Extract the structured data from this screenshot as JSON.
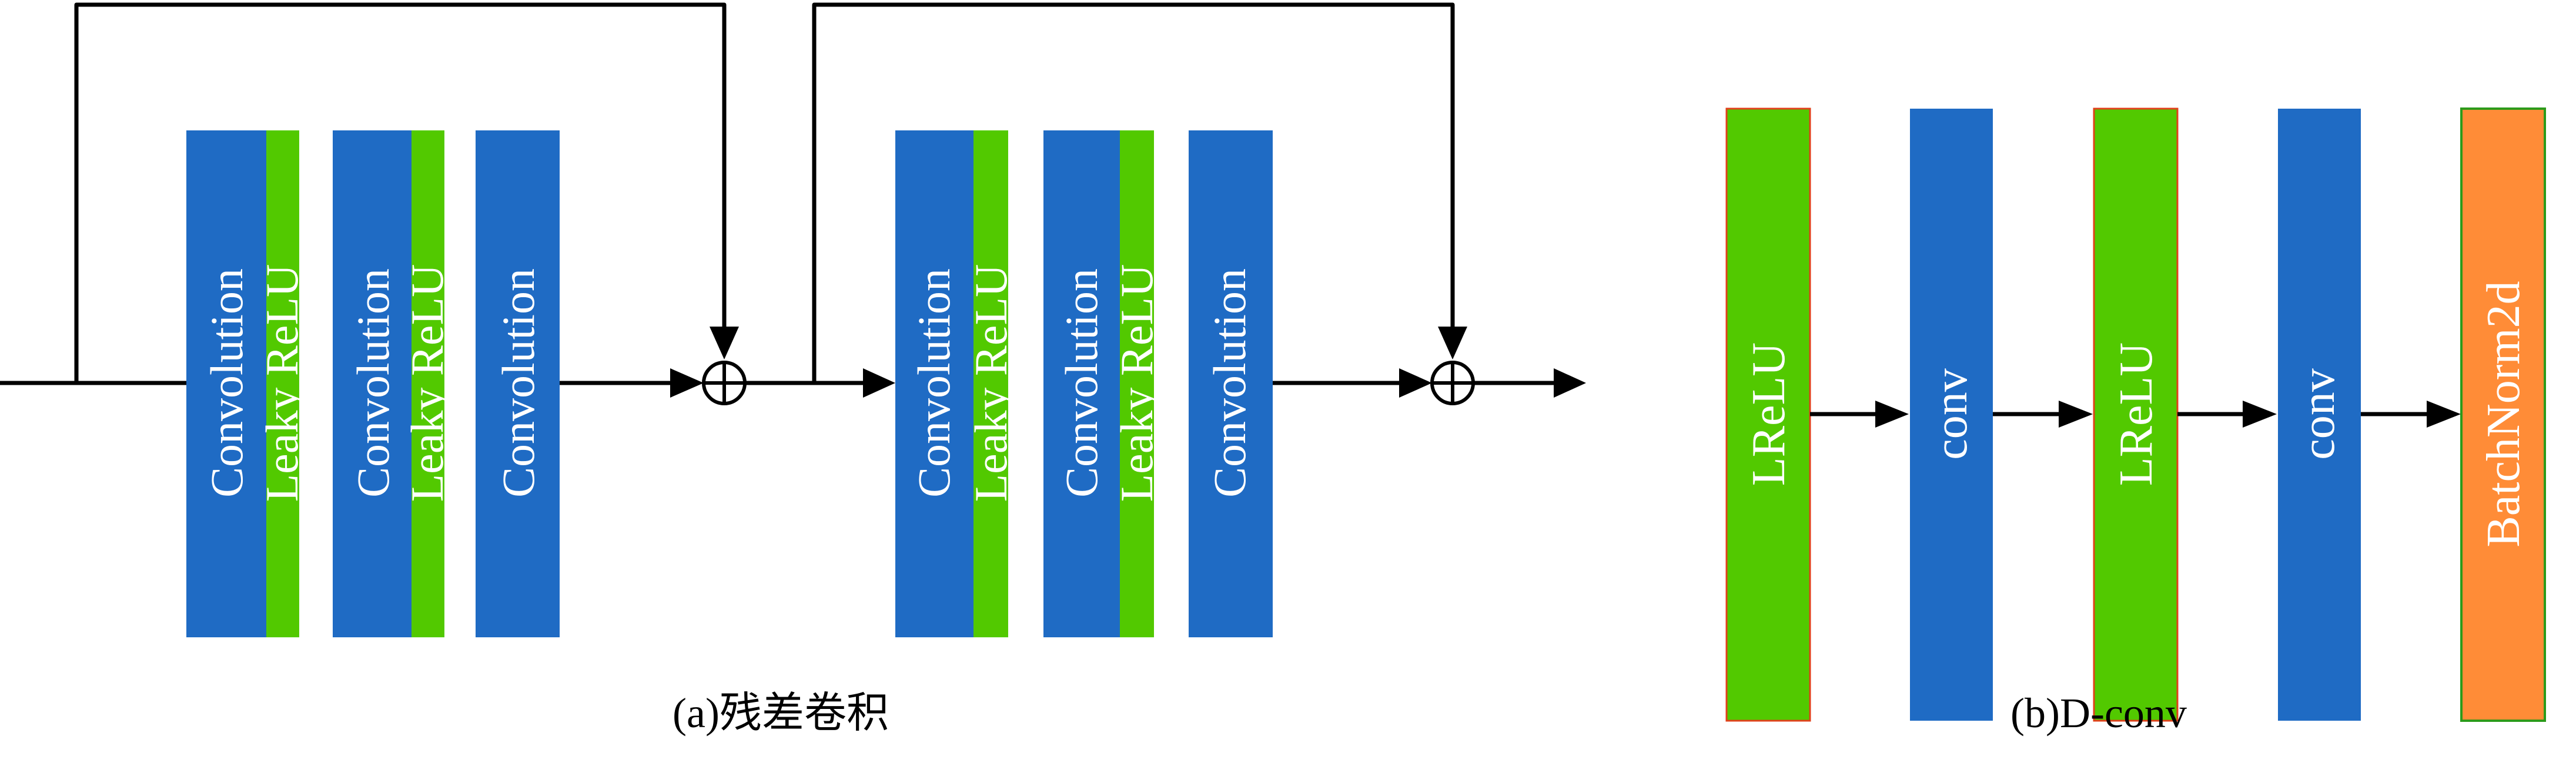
{
  "colors": {
    "conv": "#1f6bc4",
    "leaky_relu": "#52c900",
    "batchnorm": "#ff8c37",
    "line": "#000000",
    "label_text": "#ffffff"
  },
  "panel_a": {
    "caption": "(a)残差卷积",
    "residual_blocks": [
      {
        "layers": [
          {
            "type": "conv",
            "label": "Convolution"
          },
          {
            "type": "leaky_relu",
            "label": "Leaky ReLU"
          },
          {
            "type": "conv",
            "label": "Convolution"
          },
          {
            "type": "leaky_relu",
            "label": "Leaky ReLU"
          },
          {
            "type": "conv",
            "label": "Convolution"
          }
        ],
        "sum_symbol": "⊕"
      },
      {
        "layers": [
          {
            "type": "conv",
            "label": "Convolution"
          },
          {
            "type": "leaky_relu",
            "label": "Leaky ReLU"
          },
          {
            "type": "conv",
            "label": "Convolution"
          },
          {
            "type": "leaky_relu",
            "label": "Leaky ReLU"
          },
          {
            "type": "conv",
            "label": "Convolution"
          }
        ],
        "sum_symbol": "⊕"
      }
    ]
  },
  "panel_b": {
    "caption": "(b)D-conv",
    "layers": [
      {
        "type": "leaky_relu",
        "label": "LReLU"
      },
      {
        "type": "conv",
        "label": "conv"
      },
      {
        "type": "leaky_relu",
        "label": "LReLU"
      },
      {
        "type": "conv",
        "label": "conv"
      },
      {
        "type": "batchnorm",
        "label": "BatchNorm2d"
      }
    ]
  }
}
